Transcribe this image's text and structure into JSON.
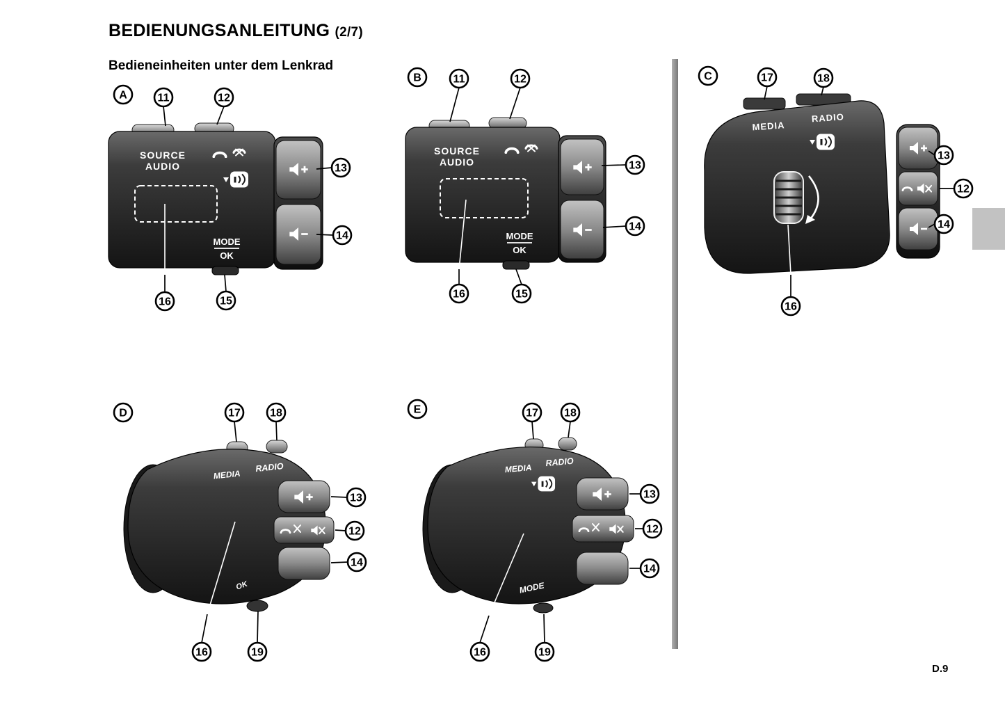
{
  "page": {
    "title": "BEDIENUNGSANLEITUNG",
    "title_suffix": "(2/7)",
    "subtitle": "Bedieneinheiten unter dem Lenkrad",
    "page_number": "D.9"
  },
  "colors": {
    "body_dark": "#141414",
    "body_mid": "#3c3c3c",
    "button_light": "#8a8a8a",
    "divider_gray": "#8f8f8f",
    "tab_gray": "#c2c2c2",
    "callout_stroke": "#000000",
    "label_white": "#ffffff"
  },
  "icons": {
    "volume_up": "speaker-plus",
    "volume_down": "speaker-minus",
    "phone_pickup": "handset",
    "phone_hangup": "handset-crossed",
    "mute": "speaker-crossed",
    "voice_command": "voice-command-box",
    "scroll_wheel": "striped-thumbwheel"
  },
  "diagrams": {
    "A": {
      "label": "A",
      "texts": {
        "source": "SOURCE",
        "audio": "AUDIO",
        "mode": "MODE",
        "ok": "OK"
      },
      "callouts": {
        "c11": "11",
        "c12": "12",
        "c13": "13",
        "c14": "14",
        "c15": "15",
        "c16": "16"
      }
    },
    "B": {
      "label": "B",
      "texts": {
        "source": "SOURCE",
        "audio": "AUDIO",
        "mode": "MODE",
        "ok": "OK"
      },
      "callouts": {
        "c11": "11",
        "c12": "12",
        "c13": "13",
        "c14": "14",
        "c15": "15",
        "c16": "16"
      }
    },
    "C": {
      "label": "C",
      "texts": {
        "media": "MEDIA",
        "radio": "RADIO"
      },
      "callouts": {
        "c17": "17",
        "c18": "18",
        "c13": "13",
        "c12": "12",
        "c14": "14",
        "c16": "16"
      }
    },
    "D": {
      "label": "D",
      "texts": {
        "media": "MEDIA",
        "radio": "RADIO",
        "ok": "OK"
      },
      "callouts": {
        "c17": "17",
        "c18": "18",
        "c13": "13",
        "c12": "12",
        "c14": "14",
        "c16": "16",
        "c19": "19"
      }
    },
    "E": {
      "label": "E",
      "texts": {
        "media": "MEDIA",
        "radio": "RADIO",
        "mode": "MODE"
      },
      "callouts": {
        "c17": "17",
        "c18": "18",
        "c13": "13",
        "c12": "12",
        "c14": "14",
        "c16": "16",
        "c19": "19"
      }
    }
  }
}
